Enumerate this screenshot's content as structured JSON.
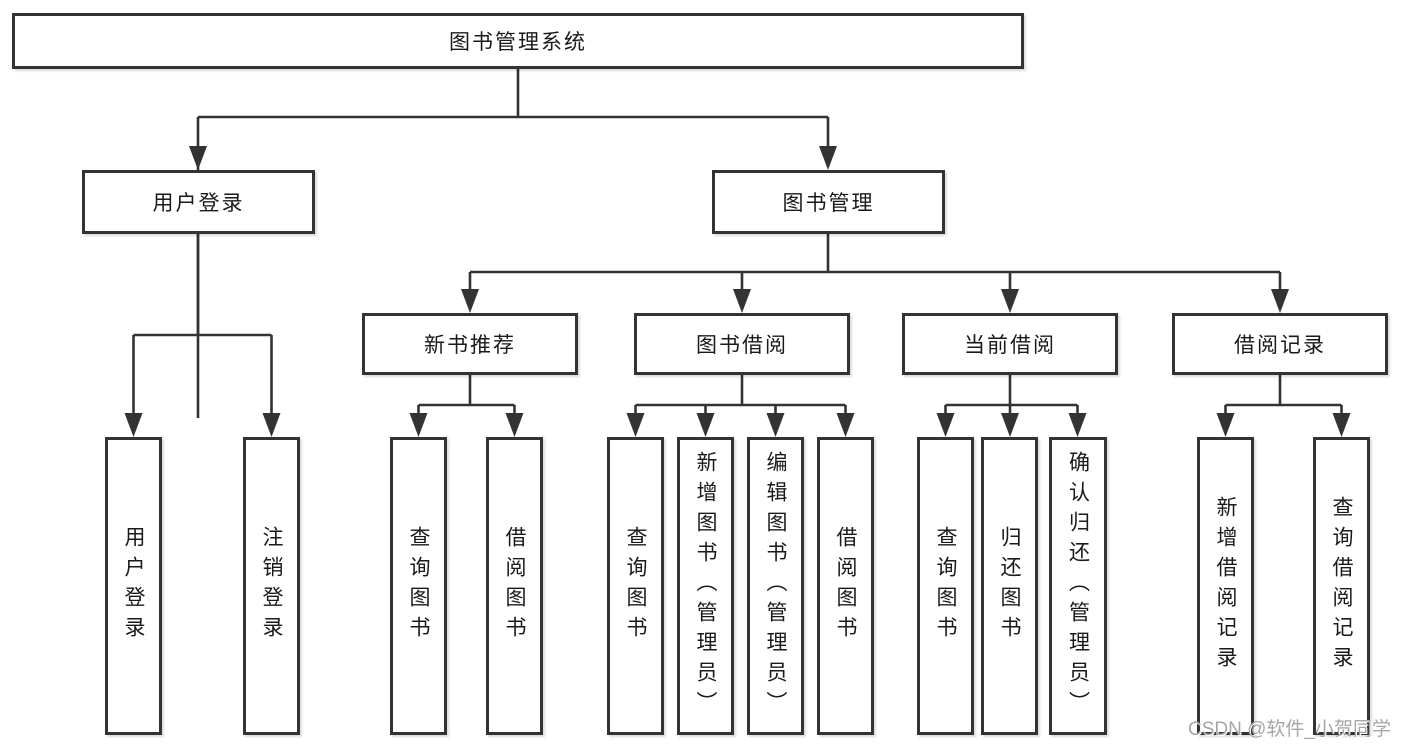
{
  "tree": {
    "root": {
      "label": "图书管理系统"
    },
    "level2": [
      {
        "label": "用户登录"
      },
      {
        "label": "图书管理"
      }
    ],
    "level3": [
      {
        "label": "新书推荐"
      },
      {
        "label": "图书借阅"
      },
      {
        "label": "当前借阅"
      },
      {
        "label": "借阅记录"
      }
    ],
    "leaves": [
      {
        "label": "用户登录"
      },
      {
        "label": "注销登录"
      },
      {
        "label": "查询图书"
      },
      {
        "label": "借阅图书"
      },
      {
        "label": "查询图书"
      },
      {
        "label": "新增图书（管理员）"
      },
      {
        "label": "编辑图书（管理员）"
      },
      {
        "label": "借阅图书"
      },
      {
        "label": "查询图书"
      },
      {
        "label": "归还图书"
      },
      {
        "label": "确认归还（管理员）"
      },
      {
        "label": "新增借阅记录"
      },
      {
        "label": "查询借阅记录"
      }
    ]
  },
  "watermark": {
    "text": "CSDN @软件_小贺同学"
  },
  "colors": {
    "line": "#333333",
    "text": "#1a1a1a",
    "background": "#ffffff",
    "watermark": "#a6a6a6"
  }
}
